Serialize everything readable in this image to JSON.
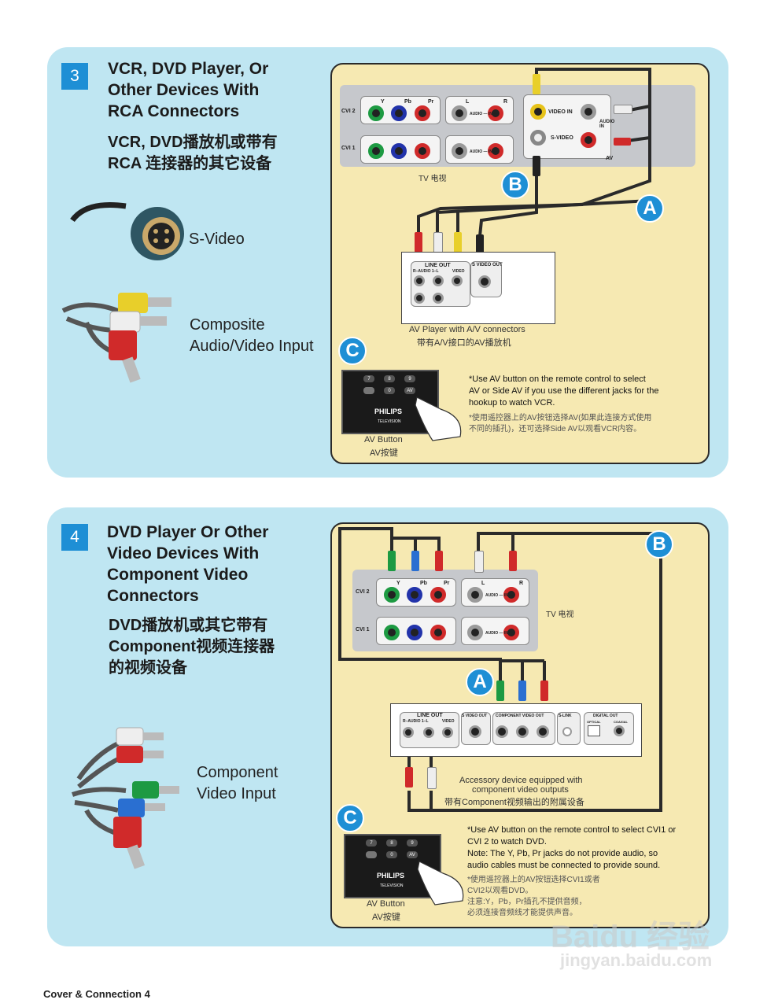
{
  "section3": {
    "number": "3",
    "title_lines": [
      "VCR, DVD Player, Or",
      "Other Devices With",
      "RCA Connectors"
    ],
    "subtitle_lines": [
      "VCR, DVD播放机或带有",
      "RCA 连接器的其它设备"
    ],
    "svideo_label": "S-Video",
    "composite_label_1": "Composite",
    "composite_label_2": "Audio/Video Input",
    "tv_label": "TV   电视",
    "cvi2": "CVI 2",
    "cvi1": "CVI 1",
    "y": "Y",
    "pb": "Pb",
    "pr": "Pr",
    "l": "L",
    "r": "R",
    "audio_in": "AUDIO — IN —",
    "video_in": "VIDEO IN",
    "s_video": "S-VIDEO",
    "audio_in_side": "AUDIO IN",
    "av": "AV",
    "badge_a": "A",
    "badge_b": "B",
    "badge_c": "C",
    "line_out": "LINE OUT",
    "r_audio_l": "R–AUDIO 1–L",
    "video": "VIDEO",
    "s_video_out": "S VIDEO OUT",
    "device_en": "AV Player with A/V connectors",
    "device_cn": "带有A/V接口的AV播放机",
    "remote_keys": [
      "7",
      "8",
      "9",
      "0",
      "AV"
    ],
    "philips": "PHILIPS",
    "television": "TELEVISION",
    "av_button_en": "AV Button",
    "av_button_cn": "AV按键",
    "note_en": [
      "*Use AV button on the remote control to select",
      "AV or Side AV if you use the different jacks for the",
      "hookup to watch VCR."
    ],
    "note_cn": [
      "*使用遥控器上的AV按钮选择AV(如果此连接方式使用",
      "不同的插孔)，还可选择Side AV以观看VCR内容。"
    ]
  },
  "section4": {
    "number": "4",
    "title_lines": [
      "DVD Player Or Other",
      "Video Devices With",
      "Component Video",
      "Connectors"
    ],
    "subtitle_lines": [
      "DVD播放机或其它带有",
      "Component视频连接器",
      "的视频设备"
    ],
    "component_label_1": "Component",
    "component_label_2": "Video Input",
    "tv_label": "TV   电视",
    "cvi2": "CVI 2",
    "cvi1": "CVI 1",
    "y": "Y",
    "pb": "Pb",
    "pr": "Pr",
    "l": "L",
    "r": "R",
    "audio_in": "AUDIO — IN —",
    "badge_a": "A",
    "badge_b": "B",
    "badge_c": "C",
    "line_out": "LINE OUT",
    "r_audio_l": "R–AUDIO 1–L",
    "video": "VIDEO",
    "s_video_out": "S VIDEO OUT",
    "component_video_out": "COMPONENT VIDEO OUT",
    "s_link": "S-LINK",
    "digital_out": "DIGITAL OUT",
    "optical": "OPTICAL",
    "coaxial": "COAXIAL",
    "device_en_1": "Accessory device equipped with",
    "device_en_2": "component video outputs",
    "device_cn": "带有Component视频输出的附属设备",
    "remote_keys": [
      "7",
      "8",
      "9",
      "0",
      "AV"
    ],
    "philips": "PHILIPS",
    "television": "TELEVISION",
    "av_button_en": "AV Button",
    "av_button_cn": "AV按键",
    "note_en": [
      "*Use AV button on the remote control to select CVI1 or",
      "CVI 2 to watch DVD.",
      "Note: The Y, Pb, Pr jacks do not provide audio, so",
      "audio cables must be connected to provide sound."
    ],
    "note_cn": [
      "*使用遥控器上的AV按钮选择CVI1或者",
      "CVI2以观看DVD。",
      "注意:Y，Pb，Pr插孔不提供音频，",
      "必须连接音频线才能提供声音。"
    ]
  },
  "footer": "Cover & Connection 4",
  "watermark_main": "Baidu 经验",
  "watermark_url": "jingyan.baidu.com",
  "colors": {
    "panel": "#bfe6f2",
    "inset": "#f6e9b2",
    "accent": "#1e8fd5"
  }
}
